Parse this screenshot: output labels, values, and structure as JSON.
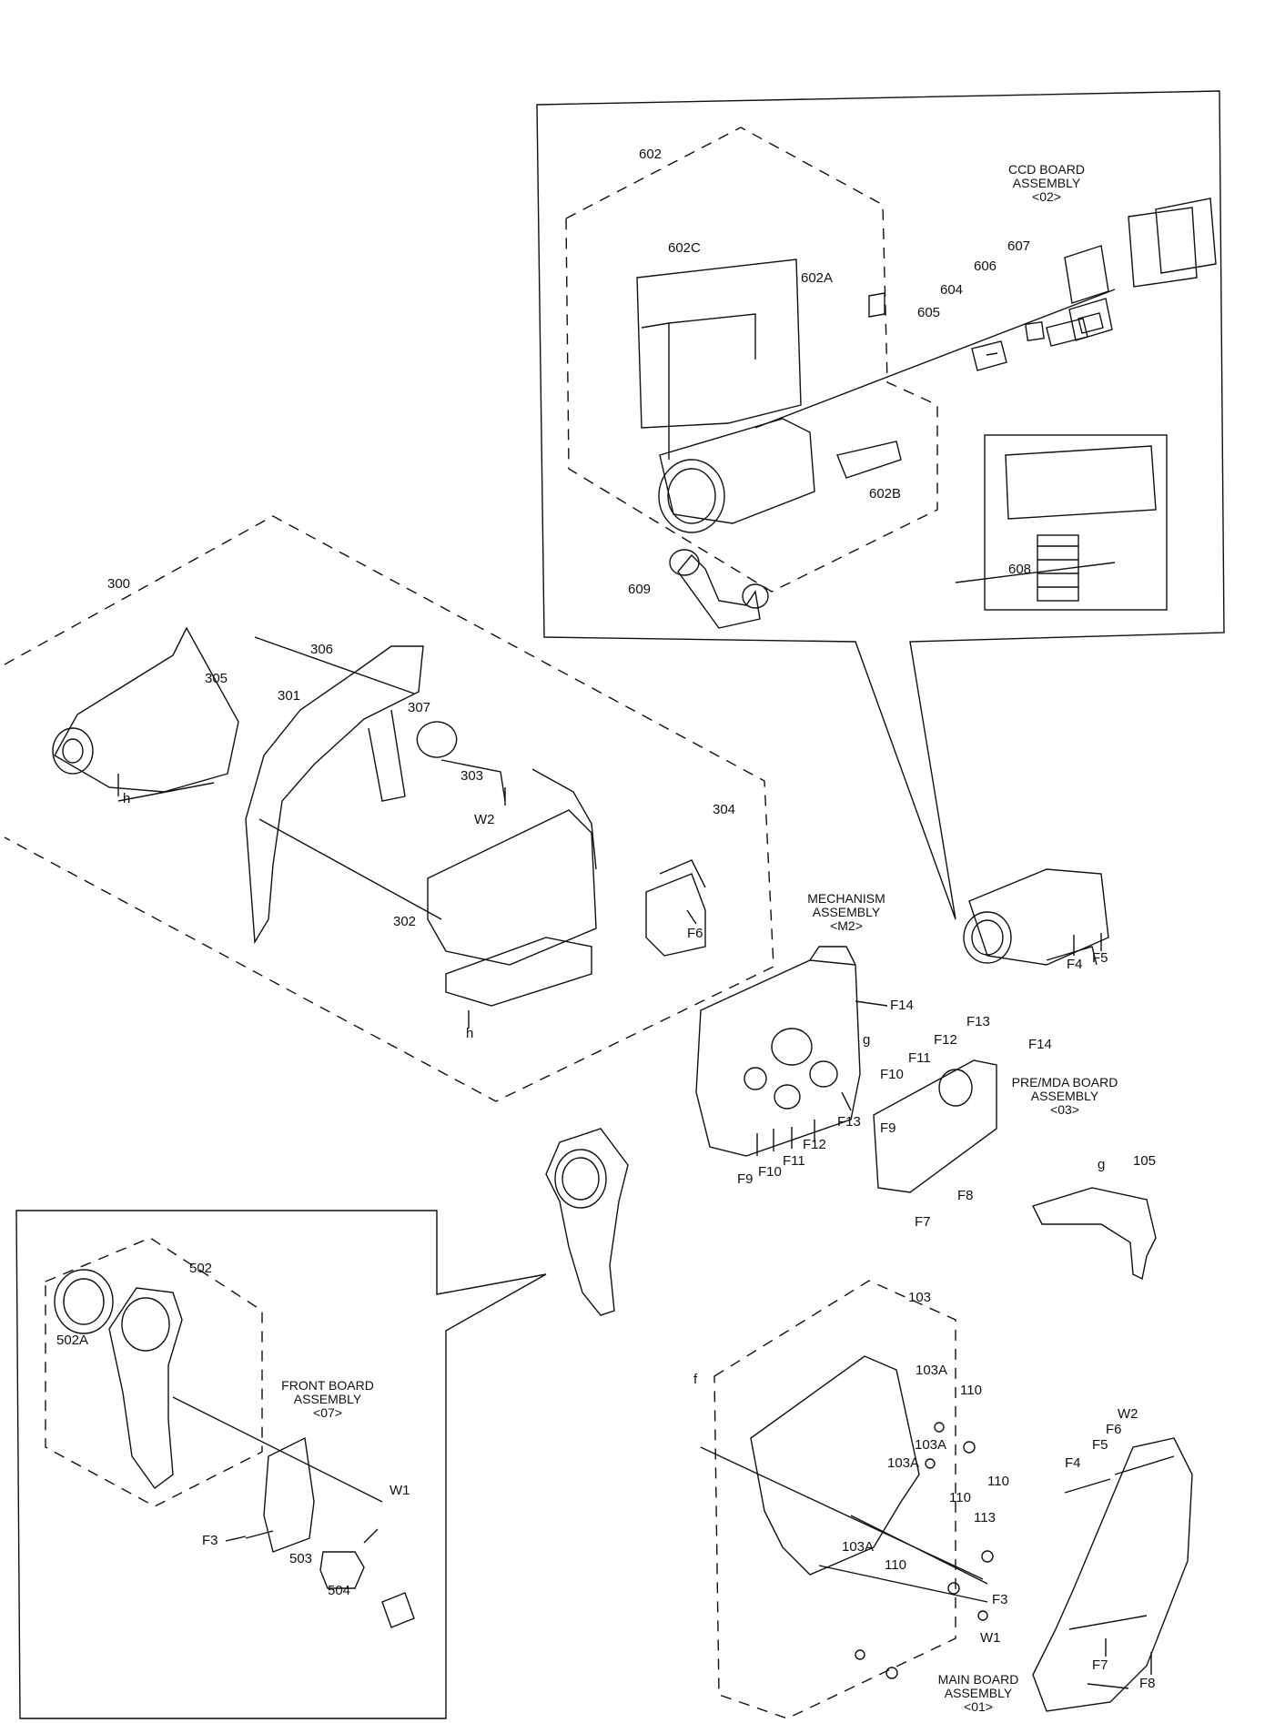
{
  "assemblies": {
    "ccd_board": {
      "line1": "CCD BOARD",
      "line2": "ASSEMBLY",
      "code": "<02>"
    },
    "mechanism": {
      "line1": "MECHANISM",
      "line2": "ASSEMBLY",
      "code": "<M2>"
    },
    "pre_mda_board": {
      "line1": "PRE/MDA BOARD",
      "line2": "ASSEMBLY",
      "code": "<03>"
    },
    "front_board": {
      "line1": "FRONT BOARD",
      "line2": "ASSEMBLY",
      "code": "<07>"
    },
    "main_board": {
      "line1": "MAIN BOARD",
      "line2": "ASSEMBLY",
      "code": "<01>"
    }
  },
  "part_labels": {
    "p602": "602",
    "p602C": "602C",
    "p602A": "602A",
    "p602B": "602B",
    "p607": "607",
    "p606": "606",
    "p604": "604",
    "p605": "605",
    "p608": "608",
    "p609": "609",
    "p300": "300",
    "p305": "305",
    "p306": "306",
    "p301": "301",
    "p307": "307",
    "p303": "303",
    "p304": "304",
    "p302": "302",
    "p502": "502",
    "p502A": "502A",
    "p503": "503",
    "p504": "504",
    "p103": "103",
    "p103A_1": "103A",
    "p103A_2": "103A",
    "p103A_3": "103A",
    "p103A_4": "103A",
    "p110_1": "110",
    "p110_2": "110",
    "p110_3": "110",
    "p110_4": "110",
    "p113": "113",
    "p105": "105"
  },
  "connector_labels": {
    "h1": "h",
    "h2": "h",
    "g1": "g",
    "g2": "g",
    "f1": "f",
    "W1_a": "W1",
    "W1_b": "W1",
    "W2_a": "W2",
    "W2_b": "W2",
    "F3_a": "F3",
    "F3_b": "F3",
    "F4_a": "F4",
    "F4_b": "F4",
    "F5_a": "F5",
    "F5_b": "F5",
    "F6_a": "F6",
    "F6_b": "F6",
    "F7_a": "F7",
    "F7_b": "F7",
    "F8_a": "F8",
    "F8_b": "F8",
    "F9_a": "F9",
    "F9_b": "F9",
    "F10_a": "F10",
    "F10_b": "F10",
    "F11_a": "F11",
    "F11_b": "F11",
    "F12_a": "F12",
    "F12_b": "F12",
    "F13_a": "F13",
    "F13_b": "F13",
    "F14_a": "F14",
    "F14_b": "F14"
  }
}
